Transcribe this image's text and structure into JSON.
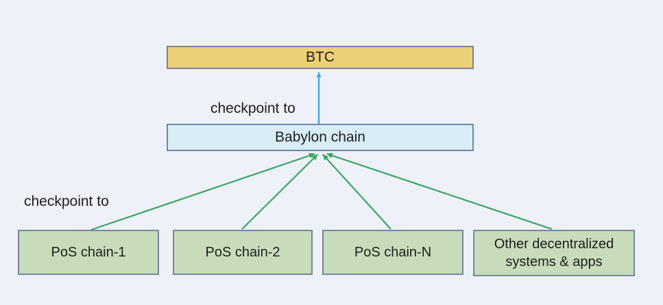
{
  "diagram": {
    "background_color": "#eff1f8",
    "nodes": {
      "btc": {
        "label": "BTC",
        "fill": "#ecd077",
        "border": "#7d848c"
      },
      "babylon": {
        "label": "Babylon chain",
        "fill": "#d8edf6",
        "border": "#6d86ab"
      },
      "pos1": {
        "label": "PoS chain-1",
        "fill": "#c8dcba",
        "border": "#76859f"
      },
      "pos2": {
        "label": "PoS chain-2",
        "fill": "#c8dcba",
        "border": "#76859f"
      },
      "posn": {
        "label": "PoS chain-N",
        "fill": "#c8dcba",
        "border": "#76859f"
      },
      "other": {
        "label": "Other decentralized systems & apps",
        "line1": "Other decentralized",
        "line2": "systems & apps",
        "fill": "#c8dcba",
        "border": "#76859f"
      }
    },
    "labels": {
      "checkpoint_to_top": "checkpoint to",
      "checkpoint_to_bottom": "checkpoint to"
    },
    "arrows": {
      "blue_color": "#49a7e2",
      "green_color": "#3aa463",
      "edges": [
        {
          "from": "Babylon chain",
          "to": "BTC",
          "relation": "checkpoint to"
        },
        {
          "from": "PoS chain-1",
          "to": "Babylon chain",
          "relation": "checkpoint to"
        },
        {
          "from": "PoS chain-2",
          "to": "Babylon chain",
          "relation": "checkpoint to"
        },
        {
          "from": "PoS chain-N",
          "to": "Babylon chain",
          "relation": "checkpoint to"
        },
        {
          "from": "Other decentralized systems & apps",
          "to": "Babylon chain",
          "relation": "checkpoint to"
        }
      ]
    }
  }
}
